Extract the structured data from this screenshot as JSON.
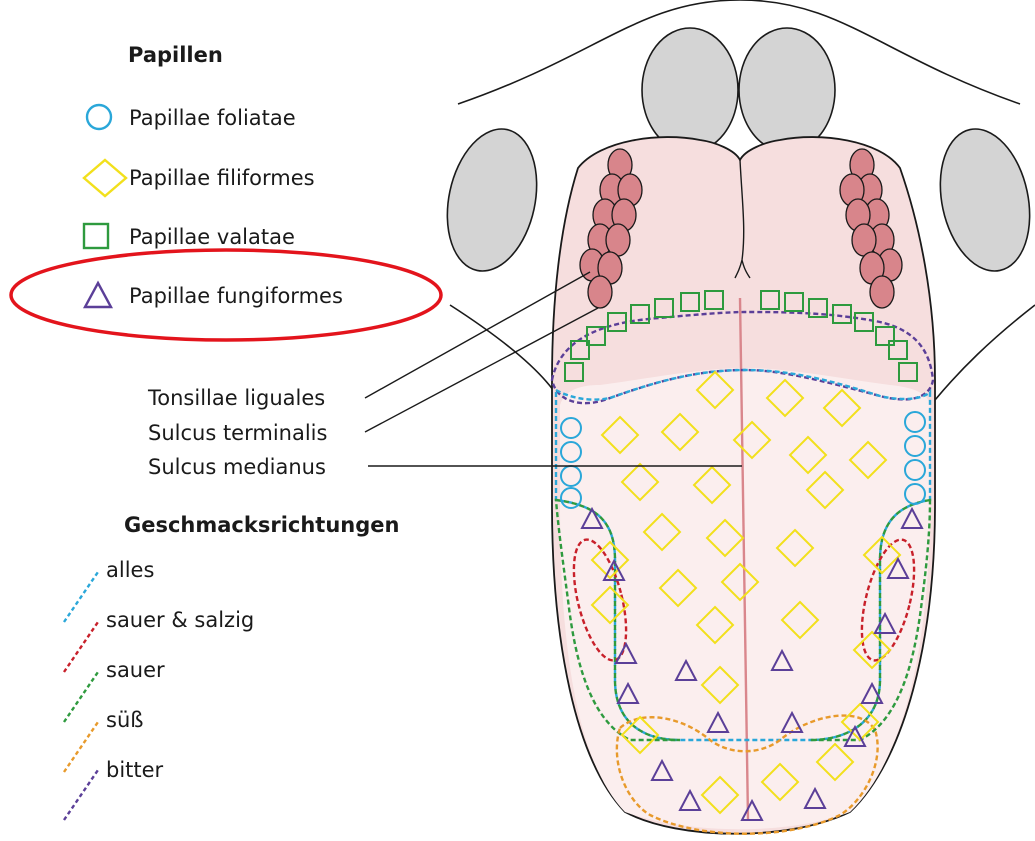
{
  "legend": {
    "papillae_title": "Papillen",
    "papillae": [
      {
        "label": "Papillae foliatae",
        "symbol": "circle-icon",
        "color": "#2aa7d9"
      },
      {
        "label": "Papillae filiformes",
        "symbol": "diamond-icon",
        "color": "#f2e01c"
      },
      {
        "label": "Papillae valatae",
        "symbol": "square-icon",
        "color": "#2e9a3e"
      },
      {
        "label": "Papillae fungiformes",
        "symbol": "triangle-icon",
        "color": "#5b3f98"
      }
    ],
    "taste_title": "Geschmacksrichtungen",
    "tastes": [
      {
        "label": "alles",
        "color": "#2aa7d9"
      },
      {
        "label": "sauer & salzig",
        "color": "#c8202a"
      },
      {
        "label": "sauer",
        "color": "#2e9a3e"
      },
      {
        "label": "süß",
        "color": "#e89a2b"
      },
      {
        "label": "bitter",
        "color": "#5b3f98"
      }
    ]
  },
  "structures": [
    {
      "label": "Tonsillae liguales"
    },
    {
      "label": "Sulcus terminalis"
    },
    {
      "label": "Sulcus medianus"
    }
  ],
  "highlight": {
    "color": "#e3141c",
    "target": "Papillae fungiformes"
  },
  "colors": {
    "tongue_fill": "#f6dede",
    "tongue_inner": "#fbeeee",
    "tonsil_fill": "#d8858b",
    "epiglottis_fill": "#d4d4d4",
    "outline": "#1a1a1a",
    "median_line": "#d9868c"
  }
}
